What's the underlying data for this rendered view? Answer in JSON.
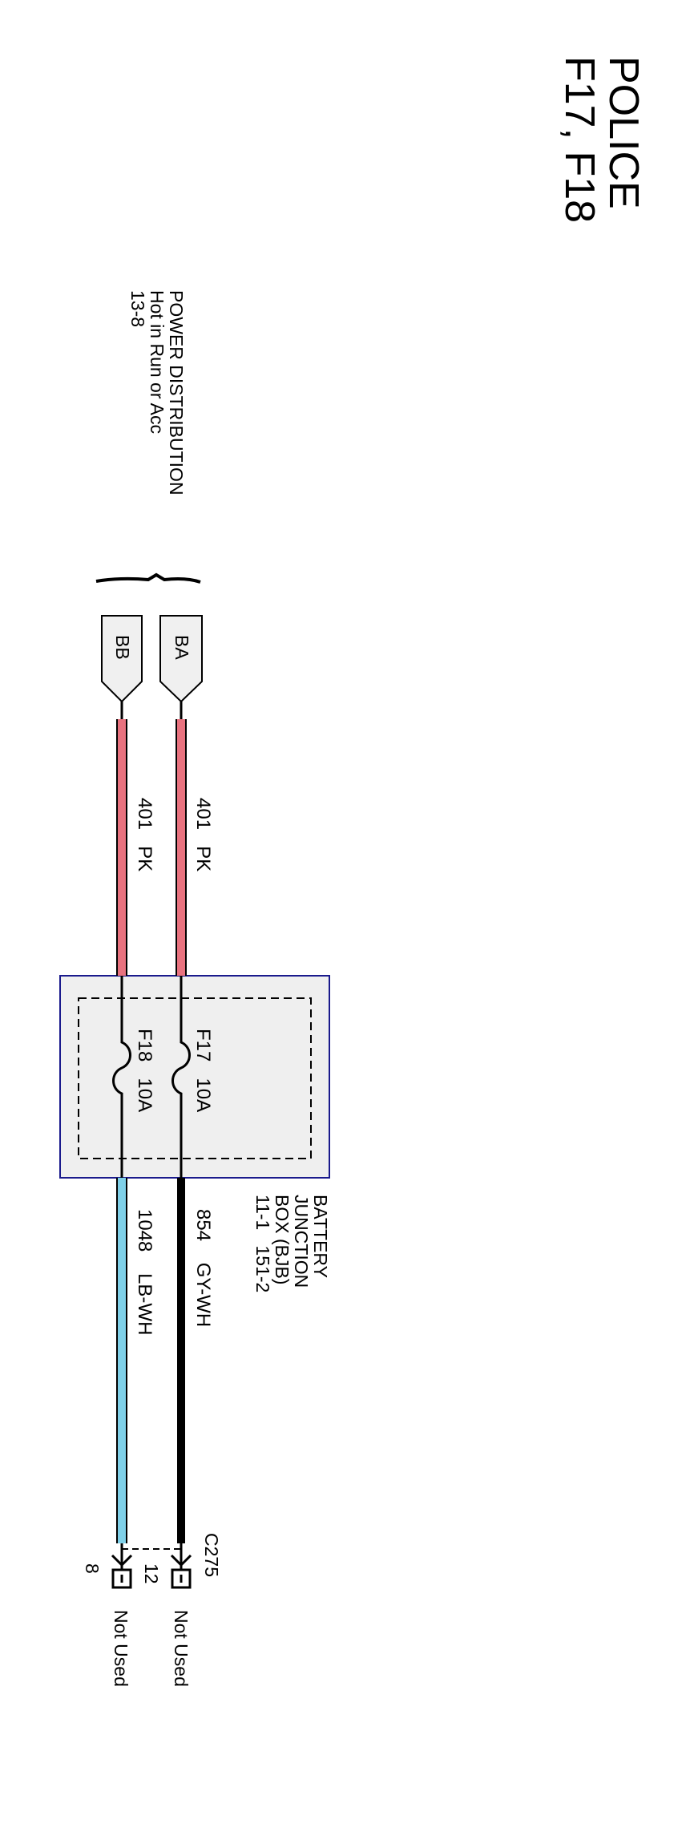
{
  "title": {
    "line1": "POLICE",
    "line2": "F17, F18"
  },
  "power_distribution": {
    "line1": "POWER DISTRIBUTION",
    "line2": "Hot in Run or Acc",
    "line3": "13-8"
  },
  "connectors_top": [
    {
      "label": "BA"
    },
    {
      "label": "BB"
    }
  ],
  "wires_in": [
    {
      "circuit": "401",
      "color": "PK"
    },
    {
      "circuit": "401",
      "color": "PK"
    }
  ],
  "fuses": [
    {
      "name": "F17",
      "rating": "10A"
    },
    {
      "name": "F18",
      "rating": "10A"
    }
  ],
  "bjb": {
    "line1": "BATTERY",
    "line2": "JUNCTION",
    "line3": "BOX (BJB)",
    "line4": "11-1   151-2"
  },
  "wires_out": [
    {
      "circuit": "854",
      "color": "GY-WH"
    },
    {
      "circuit": "1048",
      "color": "LB-WH"
    }
  ],
  "connector_bottom": {
    "name": "C275",
    "pins": [
      "12",
      "8"
    ],
    "status": [
      "Not Used",
      "Not Used"
    ]
  },
  "colors": {
    "pink_wire": "#e8727f",
    "blue_wire": "#7fd0e8",
    "box_fill": "#efefef",
    "box_border": "#1a1a8c"
  }
}
